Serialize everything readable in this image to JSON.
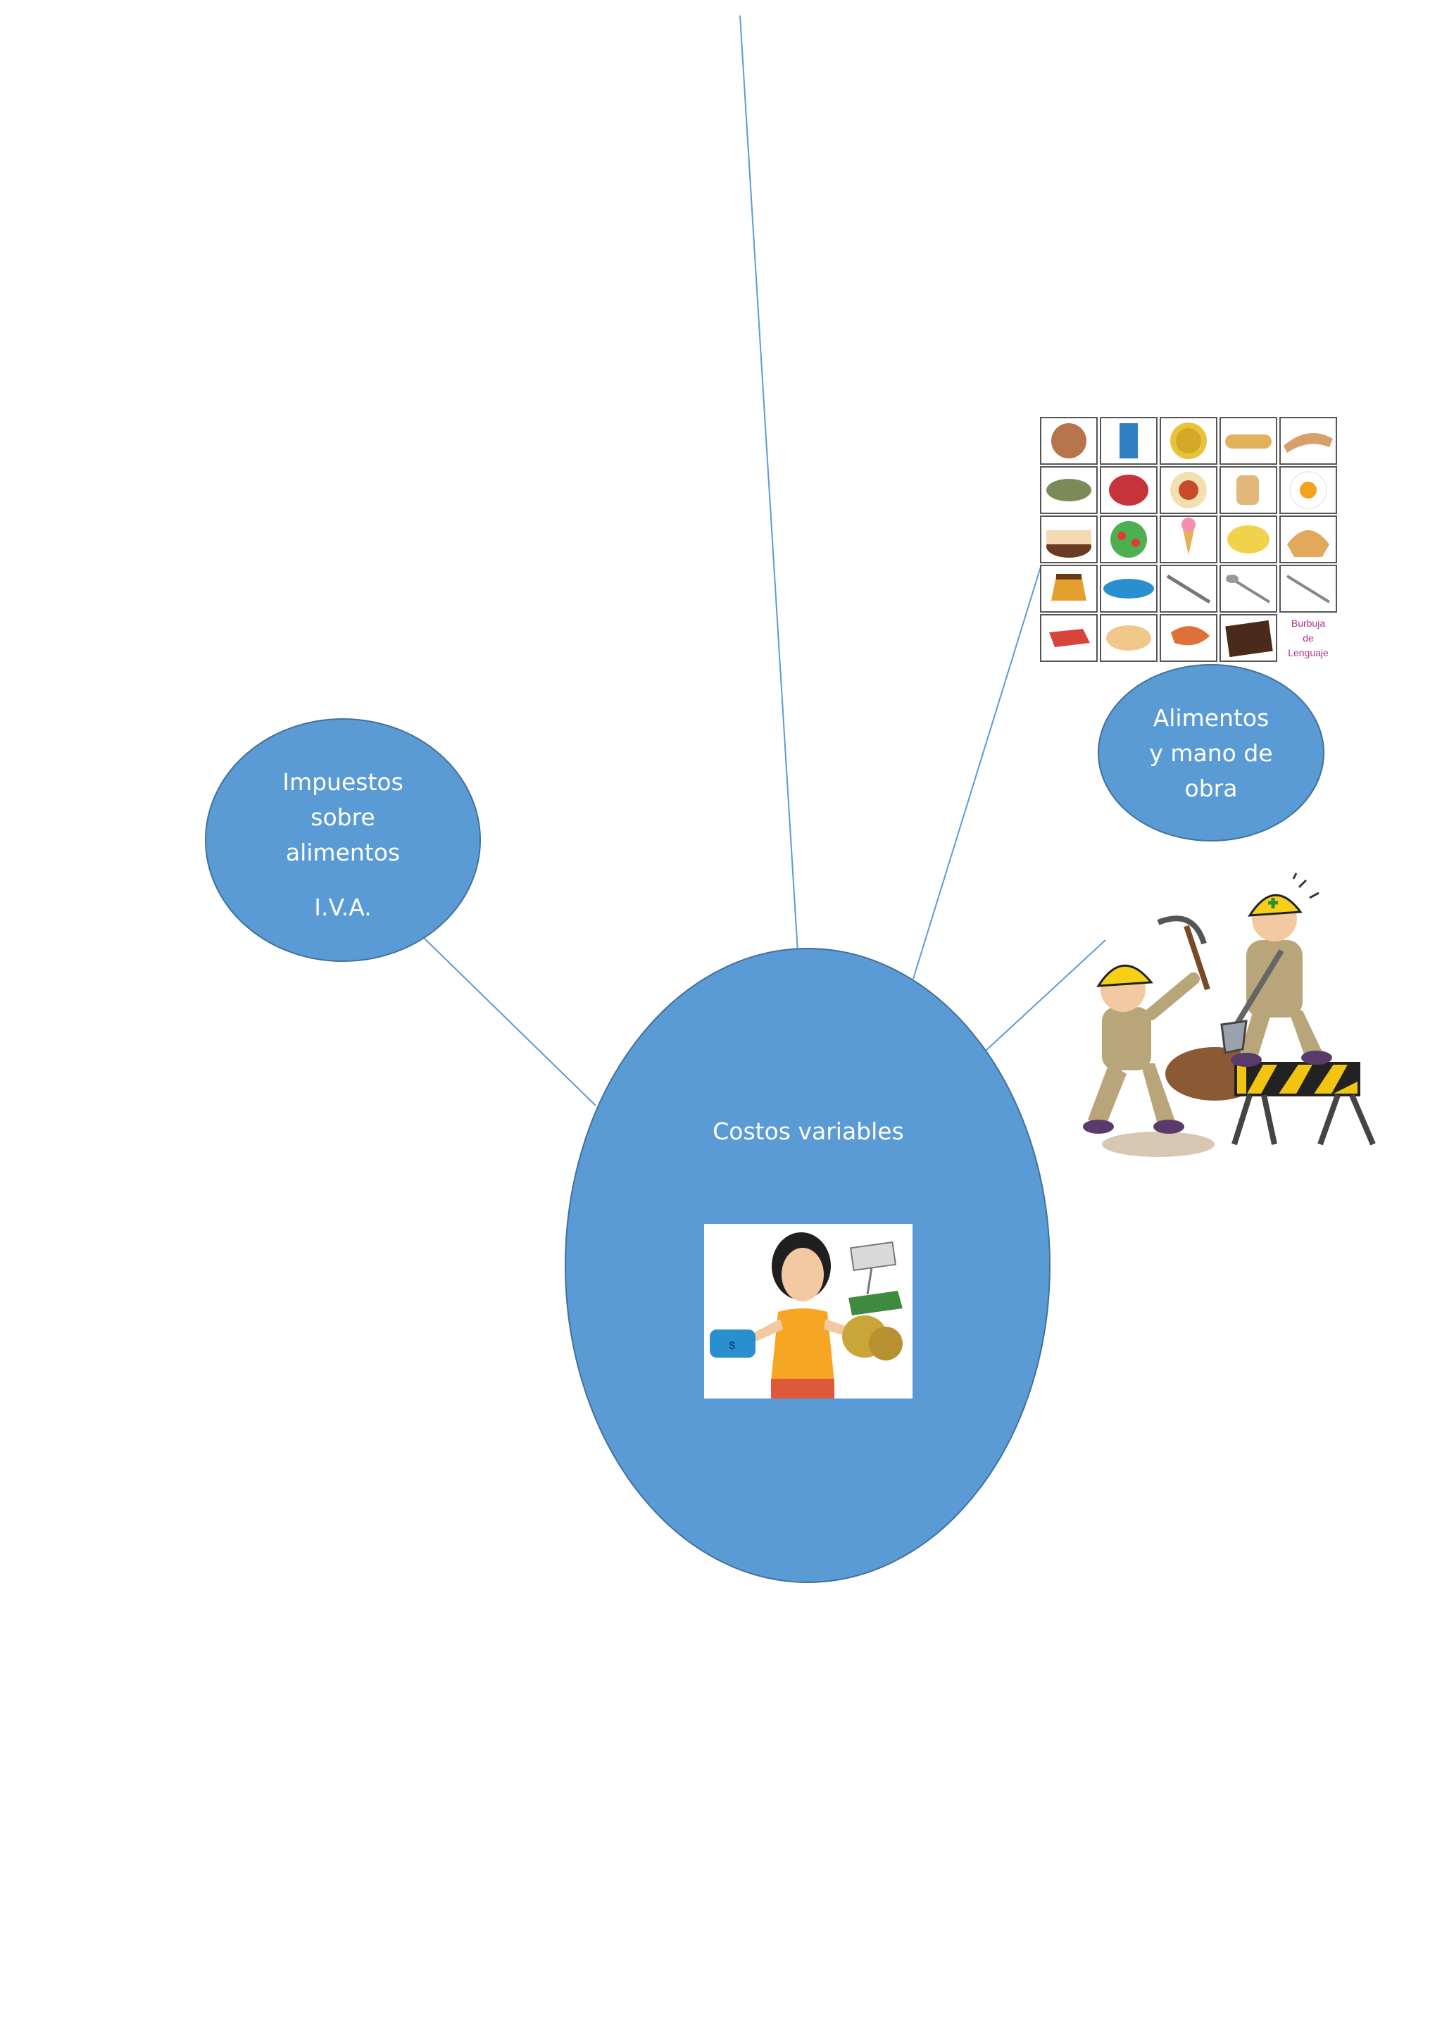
{
  "diagram": {
    "center_node": {
      "label": "Costos variables"
    },
    "left_node": {
      "lines": [
        "Impuestos",
        "sobre",
        "alimentos"
      ],
      "extra": "I.V.A."
    },
    "right_node": {
      "lines": [
        "Alimentos",
        "y mano de",
        "obra"
      ]
    }
  },
  "food_chart": {
    "watermark": [
      "Burbuja",
      "de",
      "Lenguaje"
    ]
  },
  "colors": {
    "node_fill": "#5b9bd5",
    "node_stroke": "#41719c",
    "connector": "#5b9bd5",
    "background": "#ffffff"
  },
  "icons": [
    "shopping-woman-illustration",
    "food-grid-illustration",
    "construction-workers-illustration"
  ]
}
